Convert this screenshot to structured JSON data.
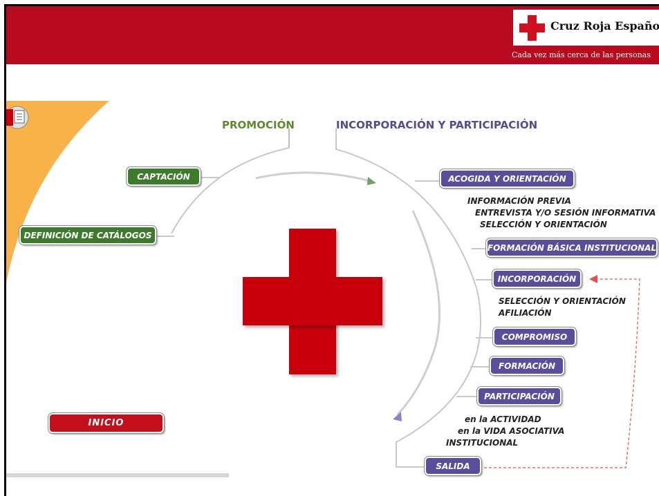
{
  "brand": {
    "name": "Cruz Roja Española",
    "tagline": "Cada vez más cerca de las personas",
    "accent": "#b80a1e"
  },
  "columns": {
    "promocion": "PROMOCIÓN",
    "incorporacion": "INCORPORACIÓN Y PARTICIPACIÓN"
  },
  "promocion_items": {
    "captacion": "CAPTACIÓN",
    "definicion": "DEFINICIÓN DE CATÁLOGOS"
  },
  "incorporacion_items": {
    "acogida": "ACOGIDA Y ORIENTACIÓN",
    "acogida_notes": [
      "INFORMACIÓN PREVIA",
      "ENTREVISTA Y/O SESIÓN INFORMATIVA",
      "SELECCIÓN Y ORIENTACIÓN"
    ],
    "formacion_basica": "FORMACIÓN BÁSICA INSTITUCIONAL",
    "incorporacion": "INCORPORACIÓN",
    "incorporacion_notes": [
      "SELECCIÓN Y ORIENTACIÓN",
      "AFILIACIÓN"
    ],
    "compromiso": "COMPROMISO",
    "formacion": "FORMACIÓN",
    "participacion": "PARTICIPACIÓN",
    "participacion_notes": [
      "en la ACTIVIDAD",
      "en la VIDA ASOCIATIVA",
      "INSTITUCIONAL"
    ],
    "salida": "SALIDA"
  },
  "nav": {
    "inicio": "INICIO"
  },
  "colors": {
    "green": "#3d7a2c",
    "purple": "#5a4d9c",
    "red": "#c7000b",
    "orange": "#f7b24a"
  },
  "icons": {
    "corner": "document-icon",
    "arrow_right": "triangle-arrow-icon",
    "arrow_left": "triangle-arrow-icon"
  }
}
